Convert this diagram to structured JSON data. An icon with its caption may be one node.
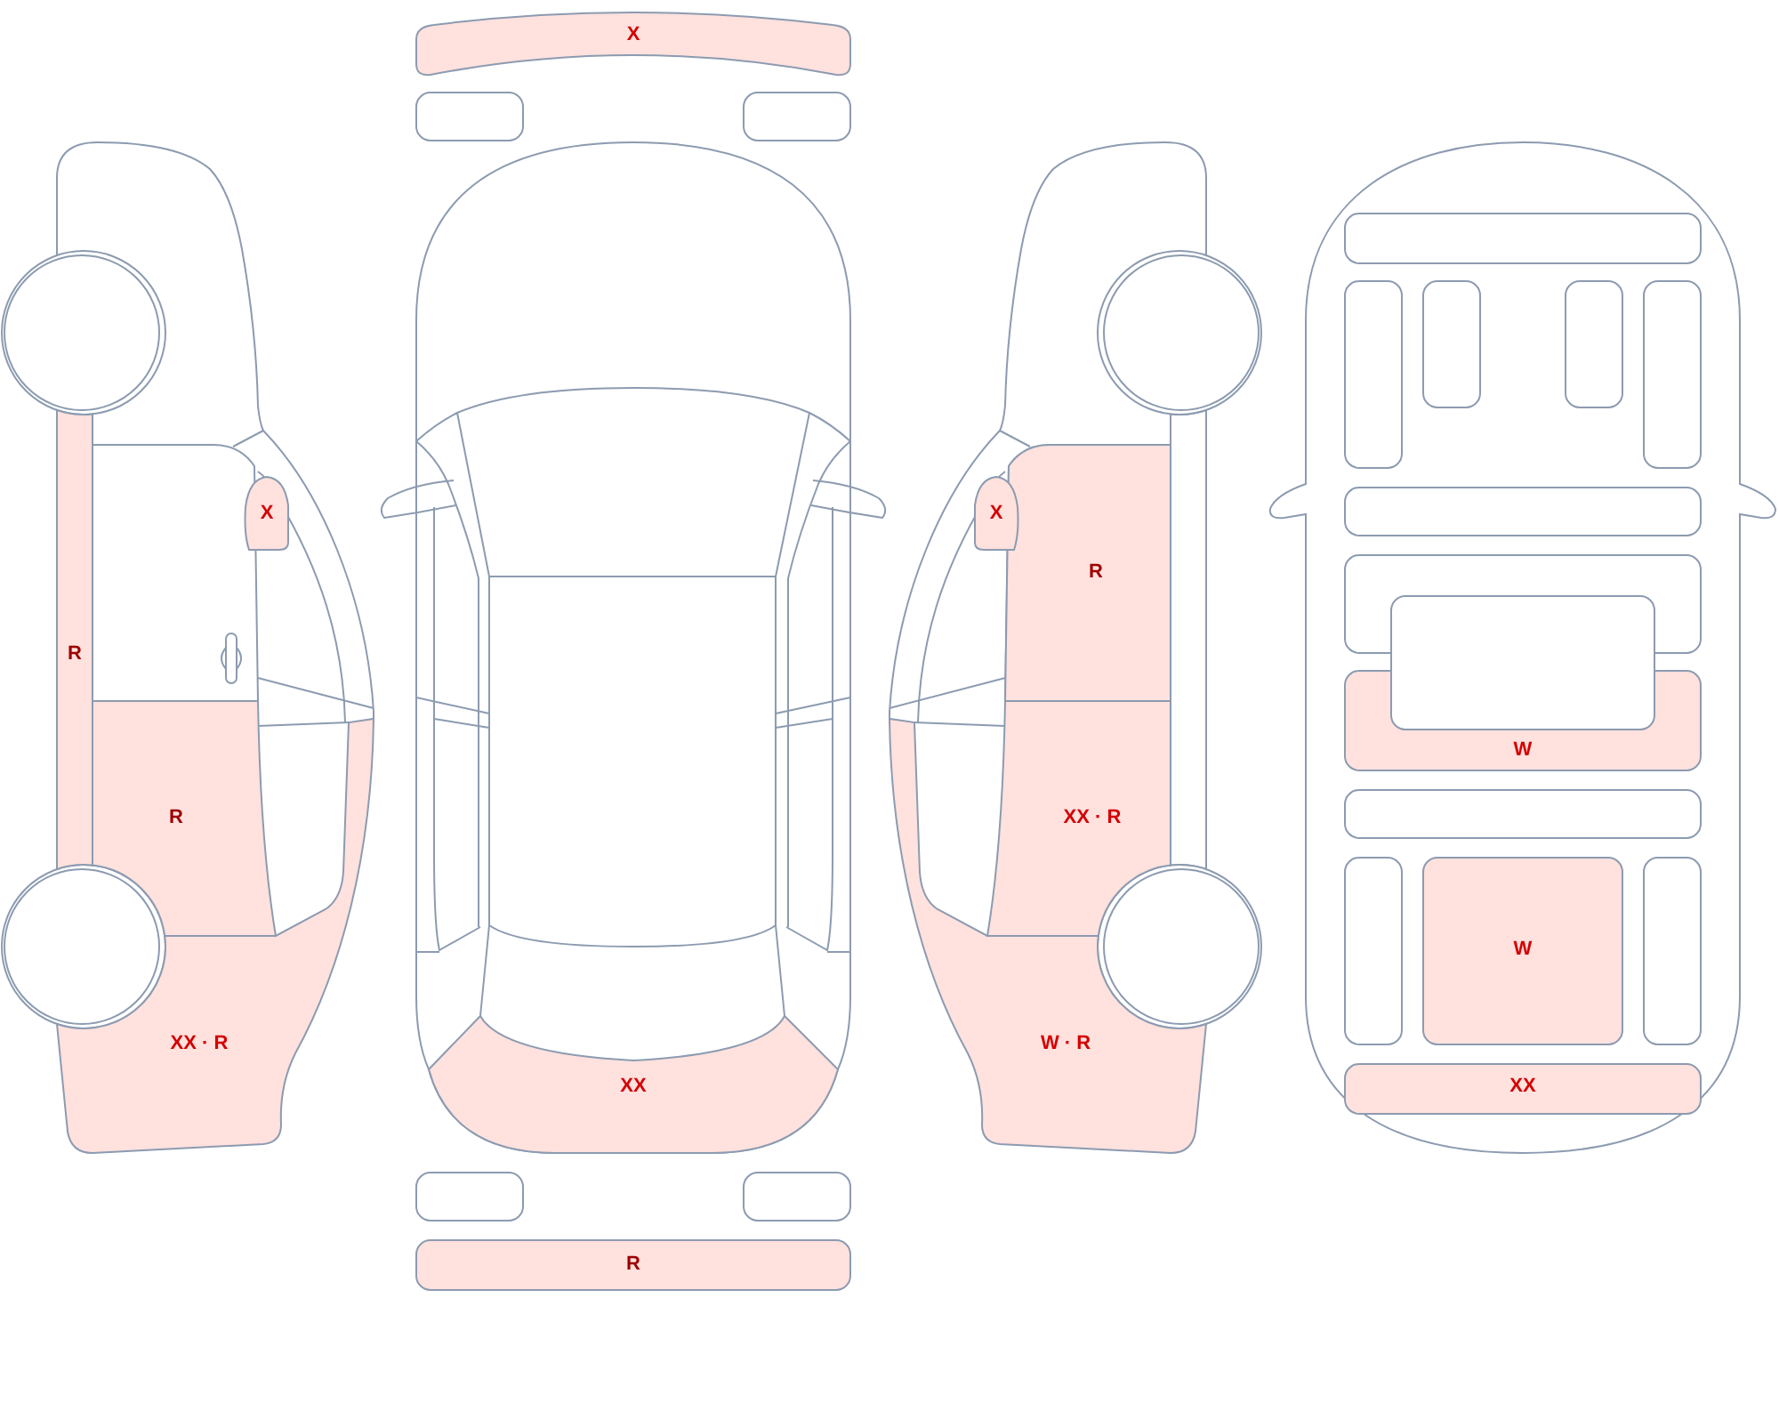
{
  "diagram": {
    "nodes": [
      {
        "text": [
          "X"
        ]
      },
      {
        "text": [
          "R"
        ]
      },
      {
        "text": [
          "R"
        ]
      },
      {
        "text": [
          "XX · R"
        ]
      },
      {
        "text": [
          "X"
        ]
      },
      {
        "text": [],
        "shape": "box"
      },
      {
        "text": [],
        "shape": "box"
      },
      {
        "text": [
          "XX"
        ]
      },
      {
        "text": [],
        "shape": "box"
      },
      {
        "text": [],
        "shape": "box"
      },
      {
        "text": [
          "R"
        ]
      },
      {
        "text": [
          "X"
        ]
      },
      {
        "text": [
          "R"
        ]
      },
      {
        "text": [
          "XX · R"
        ]
      },
      {
        "text": [
          "W · R"
        ]
      },
      {
        "text": [],
        "shape": "box"
      },
      {
        "text": [],
        "shape": "box"
      },
      {
        "text": [],
        "shape": "box"
      },
      {
        "text": [],
        "shape": "box"
      },
      {
        "text": [],
        "shape": "box"
      },
      {
        "text": [],
        "shape": "box"
      },
      {
        "text": [],
        "shape": "box"
      },
      {
        "text": [],
        "shape": "box"
      },
      {
        "text": [
          "W"
        ]
      },
      {
        "text": [],
        "shape": "box"
      },
      {
        "text": [],
        "shape": "box"
      },
      {
        "text": [
          "W"
        ]
      },
      {
        "text": [],
        "shape": "box"
      },
      {
        "text": [
          "XX"
        ]
      }
    ]
  }
}
